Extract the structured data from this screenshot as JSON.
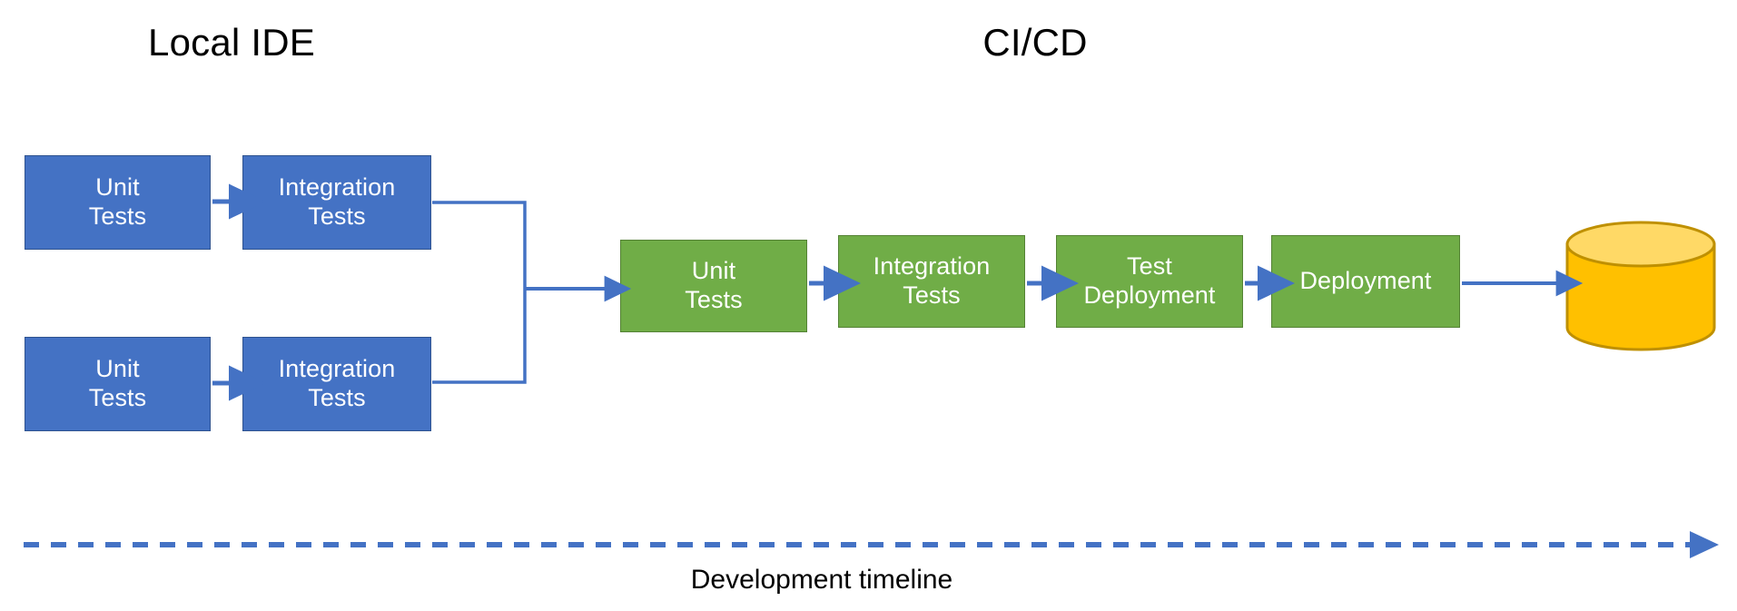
{
  "diagram": {
    "title_local": "Local IDE",
    "title_cicd": "CI/CD",
    "timeline_label": "Development timeline",
    "colors": {
      "blue_fill": "#4472C4",
      "blue_border": "#2E528F",
      "green_fill": "#70AD47",
      "green_border": "#548235",
      "yellow_fill": "#FFC000",
      "yellow_top": "#FFD966",
      "yellow_border": "#BF9000",
      "connector": "#4472C4",
      "text_on_box": "#FFFFFF",
      "text_title": "#000000",
      "background": "#FFFFFF"
    }
  },
  "local_ide": {
    "rows": [
      {
        "row_name": "developer-workstation-1",
        "boxes": [
          {
            "label": "Unit\nTests",
            "name": "local-unit-tests-1"
          },
          {
            "label": "Integration\nTests",
            "name": "local-integration-tests-1"
          }
        ]
      },
      {
        "row_name": "developer-workstation-2",
        "boxes": [
          {
            "label": "Unit\nTests",
            "name": "local-unit-tests-2"
          },
          {
            "label": "Integration\nTests",
            "name": "local-integration-tests-2"
          }
        ]
      }
    ]
  },
  "cicd": {
    "stages": [
      {
        "label": "Unit\nTests",
        "name": "cicd-unit-tests"
      },
      {
        "label": "Integration\nTests",
        "name": "cicd-integration-tests"
      },
      {
        "label": "Test\nDeployment",
        "name": "cicd-test-deployment"
      },
      {
        "label": "Deployment",
        "name": "cicd-deployment"
      }
    ],
    "target": {
      "label": "",
      "name": "production-database",
      "shape": "cylinder"
    }
  },
  "icons": {
    "database": "database-cylinder-icon",
    "arrow": "arrow-right-icon",
    "timeline_arrow": "timeline-arrow-right-icon"
  }
}
